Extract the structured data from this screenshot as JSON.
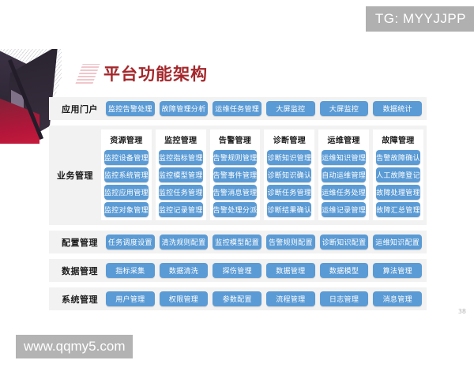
{
  "slide": {
    "title": "平台功能架构",
    "page_number": "38",
    "title_color": "#a4272b",
    "button_color": "#5b9bd5",
    "band_background": "#f2f2f2"
  },
  "watermarks": {
    "top_right": "TG: MYYJJPP",
    "bottom_left": "www.qqmy5.com"
  },
  "rows": {
    "app_portal": {
      "label": "应用门户",
      "items": [
        "监控告警处理",
        "故障管理分析",
        "运维任务管理",
        "大屏监控",
        "大屏监控",
        "数据统计"
      ]
    },
    "business": {
      "label": "业务管理",
      "columns": [
        {
          "header": "资源管理",
          "items": [
            "监控设备管理",
            "监控系统管理",
            "监控应用管理",
            "监控对象管理"
          ]
        },
        {
          "header": "监控管理",
          "items": [
            "监控指标管理",
            "监控模型管理",
            "监控任务管理",
            "监控记录管理"
          ]
        },
        {
          "header": "告警管理",
          "items": [
            "告警规则管理",
            "告警事件管理",
            "告警消息管理",
            "告警处理分派"
          ]
        },
        {
          "header": "诊断管理",
          "items": [
            "诊断知识管理",
            "诊断知识确认",
            "诊断任务管理",
            "诊断结果确认"
          ]
        },
        {
          "header": "运维管理",
          "items": [
            "运维知识管理",
            "自动运维管理",
            "运维任务处理",
            "运维记录管理"
          ]
        },
        {
          "header": "故障管理",
          "items": [
            "告警故障确认",
            "人工故障登记",
            "故障处理管理",
            "故障汇总管理"
          ]
        }
      ]
    },
    "config": {
      "label": "配置管理",
      "items": [
        "任务调度设置",
        "清洗规则配置",
        "监控模型配置",
        "告警规则配置",
        "诊断知识配置",
        "运维知识配置"
      ]
    },
    "data": {
      "label": "数据管理",
      "items": [
        "指标采集",
        "数据清洗",
        "探伤管理",
        "数据管理",
        "数据模型",
        "算法管理"
      ]
    },
    "system": {
      "label": "系统管理",
      "items": [
        "用户管理",
        "权限管理",
        "参数配置",
        "流程管理",
        "日志管理",
        "消息管理"
      ]
    }
  }
}
